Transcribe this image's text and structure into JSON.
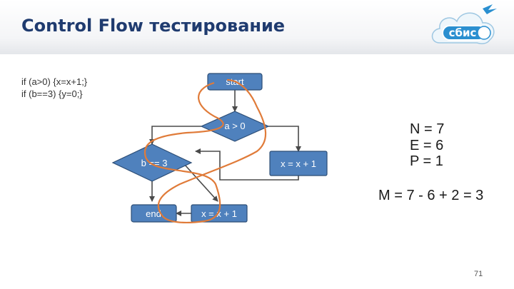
{
  "slide": {
    "title": "Control Flow тестирование",
    "page_number": "71"
  },
  "logo": {
    "text": "сбис"
  },
  "code": {
    "line1": "if (a>0) {x=x+1;}",
    "line2": "if (b==3) {y=0;}"
  },
  "flowchart": {
    "start": "start",
    "cond_a": "a > 0",
    "cond_b": "b == 3",
    "action_x": "x = x + 1",
    "action_y": "x = x + 1",
    "end": "end"
  },
  "metrics": {
    "n": "N = 7",
    "e": "E = 6",
    "p": "P = 1",
    "formula": "M = 7 - 6 + 2 = 3"
  },
  "colors": {
    "title": "#1f3b6f",
    "node_fill": "#4f81bd",
    "node_stroke": "#2c4d75",
    "path_highlight": "#e07b39",
    "logo_accent": "#2a8fd0"
  }
}
